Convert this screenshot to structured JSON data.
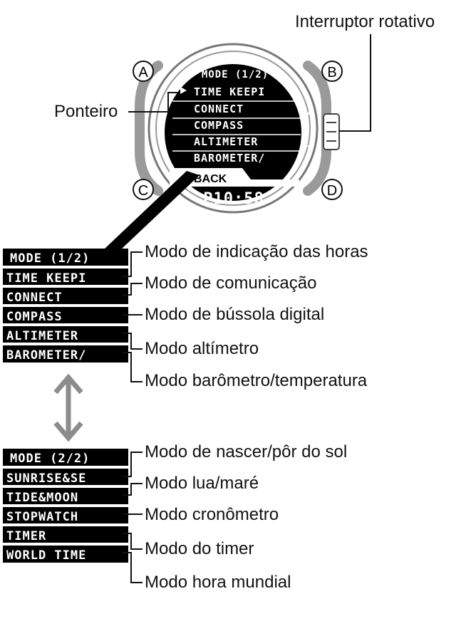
{
  "callouts": {
    "rotary_switch": "Interruptor rotativo",
    "pointer": "Ponteiro"
  },
  "buttons": [
    "A",
    "B",
    "C",
    "D"
  ],
  "watch_screen": {
    "header": "MODE (1/2)",
    "selected": "TIME KEEPI",
    "items": [
      "CONNECT",
      "COMPASS",
      "ALTIMETER",
      "BAROMETER/"
    ],
    "back": "BACK",
    "time": "P10:58"
  },
  "menu_page_1": {
    "header": "MODE (1/2)",
    "items": [
      {
        "screen": "TIME KEEPI",
        "label": "Modo de indicação das horas"
      },
      {
        "screen": "CONNECT",
        "label": "Modo de comunicação"
      },
      {
        "screen": "COMPASS",
        "label": "Modo de bússola digital"
      },
      {
        "screen": "ALTIMETER",
        "label": "Modo altímetro"
      },
      {
        "screen": "BAROMETER/",
        "label": "Modo barômetro/temperatura"
      }
    ]
  },
  "menu_page_2": {
    "header": "MODE (2/2)",
    "items": [
      {
        "screen": "SUNRISE&SE",
        "label": "Modo de nascer/pôr do sol"
      },
      {
        "screen": "TIDE&MOON",
        "label": "Modo lua/maré"
      },
      {
        "screen": "STOPWATCH",
        "label": "Modo cronômetro"
      },
      {
        "screen": "TIMER",
        "label": "Modo do timer"
      },
      {
        "screen": "WORLD TIME",
        "label": "Modo hora mundial"
      }
    ]
  },
  "colors": {
    "case": "#888888",
    "screen": "#000000",
    "arrow": "#8c8c8c"
  }
}
